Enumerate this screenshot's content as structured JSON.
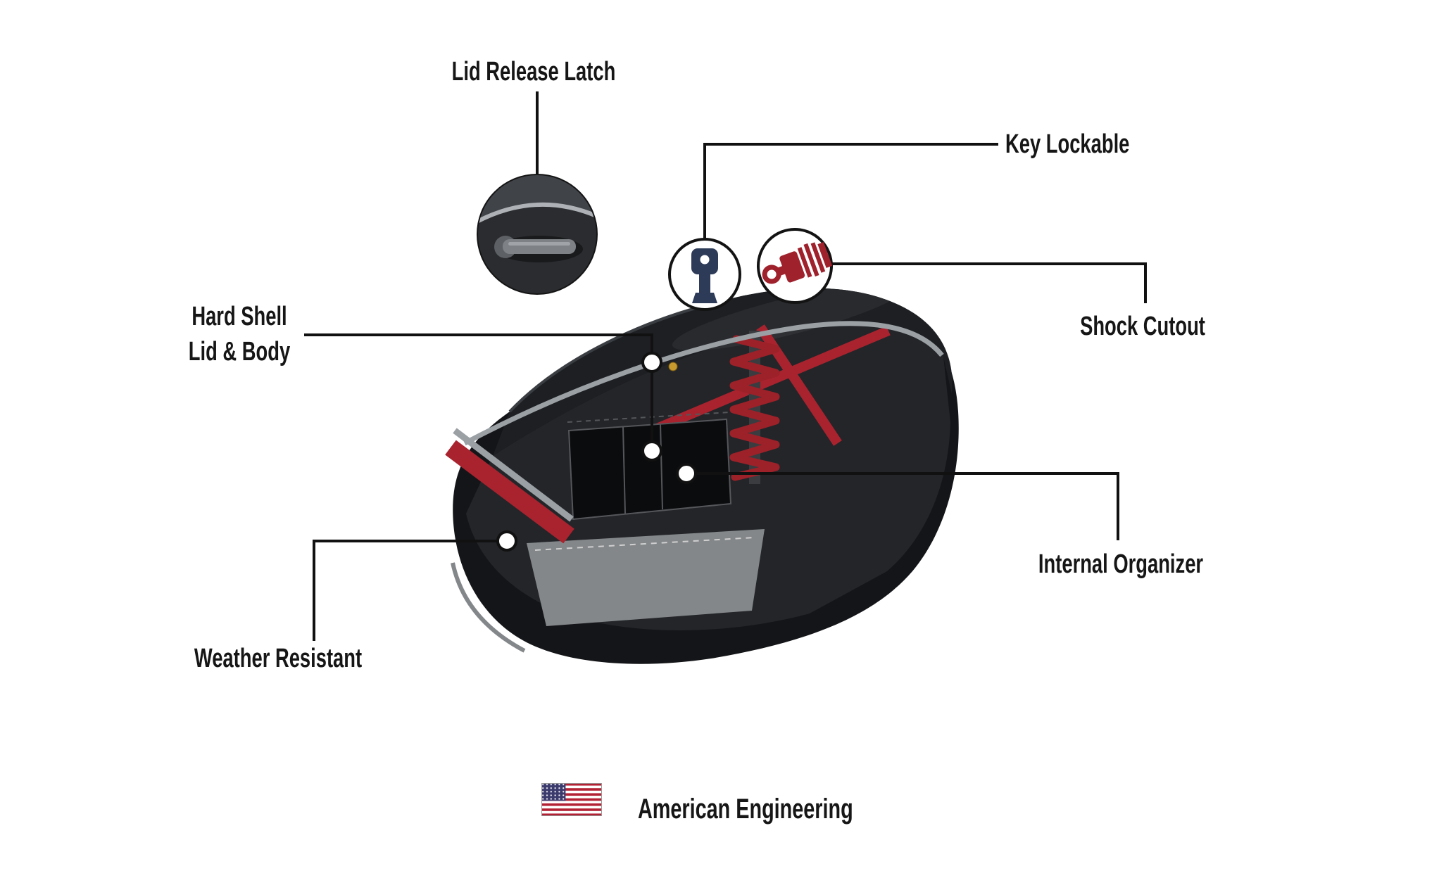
{
  "callouts": {
    "lid_release_latch": {
      "label": "Lid Release Latch"
    },
    "key_lockable": {
      "label": "Key Lockable"
    },
    "hard_shell": {
      "line1": "Hard Shell",
      "line2": "Lid & Body"
    },
    "shock_cutout": {
      "label": "Shock Cutout"
    },
    "internal_organizer": {
      "label": "Internal Organizer"
    },
    "weather_resistant": {
      "label": "Weather Resistant"
    }
  },
  "footer": {
    "tagline": "American Engineering"
  },
  "illustration": {
    "subject": "hard-shell motorcycle saddlebag, three-quarter view with cutaway showing interior and shock cutout",
    "icons": [
      "lid-release-latch-detail-icon",
      "key-icon",
      "shock-absorber-icon",
      "us-flag-icon"
    ],
    "colors": {
      "background": "#ffffff",
      "bag_black": "#141518",
      "accent_red": "#a8232e",
      "piping_gray": "#9aa0a4",
      "interior_gray": "#84878a",
      "label_text": "#161616",
      "leader_line": "#111111",
      "flag_red": "#b22234",
      "flag_blue": "#3c3b6e"
    }
  }
}
